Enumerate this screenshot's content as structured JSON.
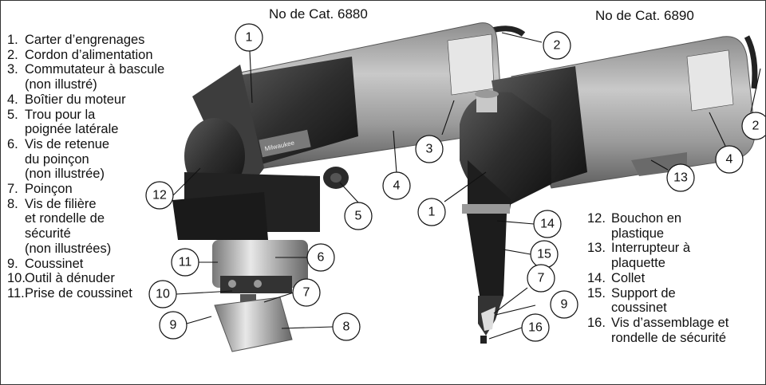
{
  "catalog_left": "No de Cat. 6880",
  "catalog_right": "No de Cat. 6890",
  "logo_text": "Milwaukee",
  "legend_left": [
    {
      "num": "1.",
      "lines": [
        "Carter d’engrenages"
      ]
    },
    {
      "num": "2.",
      "lines": [
        "Cordon d’alimentation"
      ]
    },
    {
      "num": "3.",
      "lines": [
        "Commutateur à bascule",
        "(non illustré)"
      ]
    },
    {
      "num": "4.",
      "lines": [
        "Boîtier du moteur"
      ]
    },
    {
      "num": "5.",
      "lines": [
        "Trou pour la",
        "poignée latérale"
      ]
    },
    {
      "num": "6.",
      "lines": [
        "Vis de retenue",
        "du poinçon",
        "(non illustrée)"
      ]
    },
    {
      "num": "7.",
      "lines": [
        "Poinçon"
      ]
    },
    {
      "num": "8.",
      "lines": [
        "Vis de filière",
        "et rondelle de",
        "sécurité",
        "(non illustrées)"
      ]
    },
    {
      "num": "9.",
      "lines": [
        "Coussinet"
      ]
    },
    {
      "num": "10.",
      "lines": [
        "Outil à dénuder"
      ]
    },
    {
      "num": "11.",
      "lines": [
        "Prise de coussinet"
      ]
    }
  ],
  "legend_right": [
    {
      "num": "12.",
      "lines": [
        "Bouchon en",
        "plastique"
      ]
    },
    {
      "num": "13.",
      "lines": [
        "Interrupteur à",
        "plaquette"
      ]
    },
    {
      "num": "14.",
      "lines": [
        "Collet"
      ]
    },
    {
      "num": "15.",
      "lines": [
        "Support de",
        "coussinet"
      ]
    },
    {
      "num": "16.",
      "lines": [
        "Vis d’assemblage et",
        "rondelle de sécurité"
      ]
    }
  ],
  "callouts": [
    "1",
    "2",
    "3",
    "4",
    "5",
    "6",
    "7",
    "8",
    "9",
    "10",
    "11",
    "12",
    "1",
    "2",
    "4",
    "13",
    "14",
    "15",
    "7",
    "9",
    "16"
  ]
}
